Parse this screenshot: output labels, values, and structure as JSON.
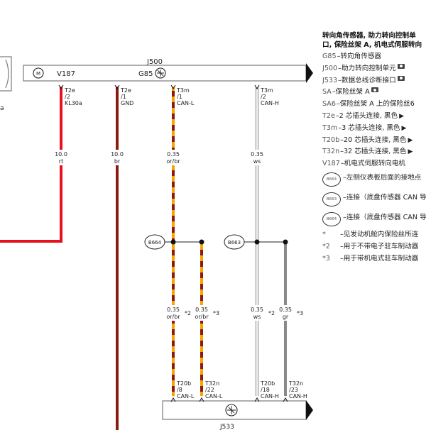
{
  "colors": {
    "red": "#e8101a",
    "brown": "#8b1a10",
    "orange": "#f5a400",
    "white": "#ffffff",
    "grey": "#8a8a8a",
    "outline": "#7a7a7a",
    "dark": "#111111"
  },
  "top_bar": {
    "label": "J500",
    "v187": "V187",
    "g85": "G85"
  },
  "bottom_bar": {
    "label": "J533"
  },
  "left_component": {
    "frag": "a"
  },
  "top_pins": [
    {
      "conn": "T2e",
      "pin": "/2",
      "signal": "KL30a"
    },
    {
      "conn": "T2e",
      "pin": "/1",
      "signal": "GND"
    },
    {
      "conn": "T3m",
      "pin": "/1",
      "signal": "CAN-L"
    },
    {
      "conn": "T3m",
      "pin": "/2",
      "signal": "CAN-H"
    }
  ],
  "wire_specs_top": [
    {
      "size": "10.0",
      "color": "rt"
    },
    {
      "size": "10.0",
      "color": "br"
    },
    {
      "size": "0.35",
      "color": "or/br"
    },
    {
      "size": "0.35",
      "color": "ws"
    }
  ],
  "junctions": [
    {
      "label": "B664"
    },
    {
      "label": "B663"
    }
  ],
  "wire_specs_bottom": [
    {
      "size": "0.35",
      "color": "or/br",
      "note": "*2"
    },
    {
      "size": "0.35",
      "color": "or/br",
      "note": "*3"
    },
    {
      "size": "0.35",
      "color": "ws",
      "note": "*2"
    },
    {
      "size": "0.35",
      "color": "gr",
      "note": "*3"
    }
  ],
  "bottom_pins": [
    {
      "conn": "T20b",
      "pin": "/8",
      "signal": "CAN-L"
    },
    {
      "conn": "T32n",
      "pin": "/22",
      "signal": "CAN-L"
    },
    {
      "conn": "T20b",
      "pin": "/18",
      "signal": "CAN-H"
    },
    {
      "conn": "T32n",
      "pin": "/23",
      "signal": "CAN-H"
    }
  ],
  "legend": {
    "title_line1": "转向角传感器, 助力转向控制单",
    "title_line2": "口, 保险丝架 A, 机电式伺服转向",
    "items": [
      {
        "code": "G85",
        "desc": "–转向角传感器",
        "icon": ""
      },
      {
        "code": "J500",
        "desc": "–助力转向控制单元",
        "icon": "camera-icon"
      },
      {
        "code": "J533",
        "desc": "–数据总线诊断接口",
        "icon": "camera-icon"
      },
      {
        "code": "SA",
        "desc": "–保险丝架 A",
        "icon": "camera-icon"
      },
      {
        "code": "SA6",
        "desc": "–保险丝架 A 上的保险丝6",
        "icon": ""
      },
      {
        "code": "T2e",
        "desc": "–2 芯插头连接, 黑色",
        "icon": "plug-icon"
      },
      {
        "code": "T3m",
        "desc": "–3 芯插头连接, 黑色",
        "icon": "plug-icon"
      },
      {
        "code": "T20b",
        "desc": "–20 芯插头连接, 黑色",
        "icon": "plug-icon"
      },
      {
        "code": "T32n",
        "desc": "–32 芯插头连接, 黑色",
        "icon": "plug-icon"
      },
      {
        "code": "V187",
        "desc": "–机电式伺服转向电机",
        "icon": ""
      }
    ],
    "circle_items": [
      {
        "badge": "B664",
        "desc": "–左侧仪表板后面的接地点"
      },
      {
        "badge": "B663",
        "desc": "–连接（底盘传感器 CAN 导线束中"
      },
      {
        "badge": "B664",
        "desc": "–连接（底盘传感器 CAN 导线束中"
      }
    ],
    "notes": [
      {
        "mark": "*",
        "desc": "–见发动机舱内保险丝所连"
      },
      {
        "mark": "*2",
        "desc": "–用于不带电子驻车制动器"
      },
      {
        "mark": "*3",
        "desc": "–用于带机电式驻车制动器"
      }
    ]
  }
}
